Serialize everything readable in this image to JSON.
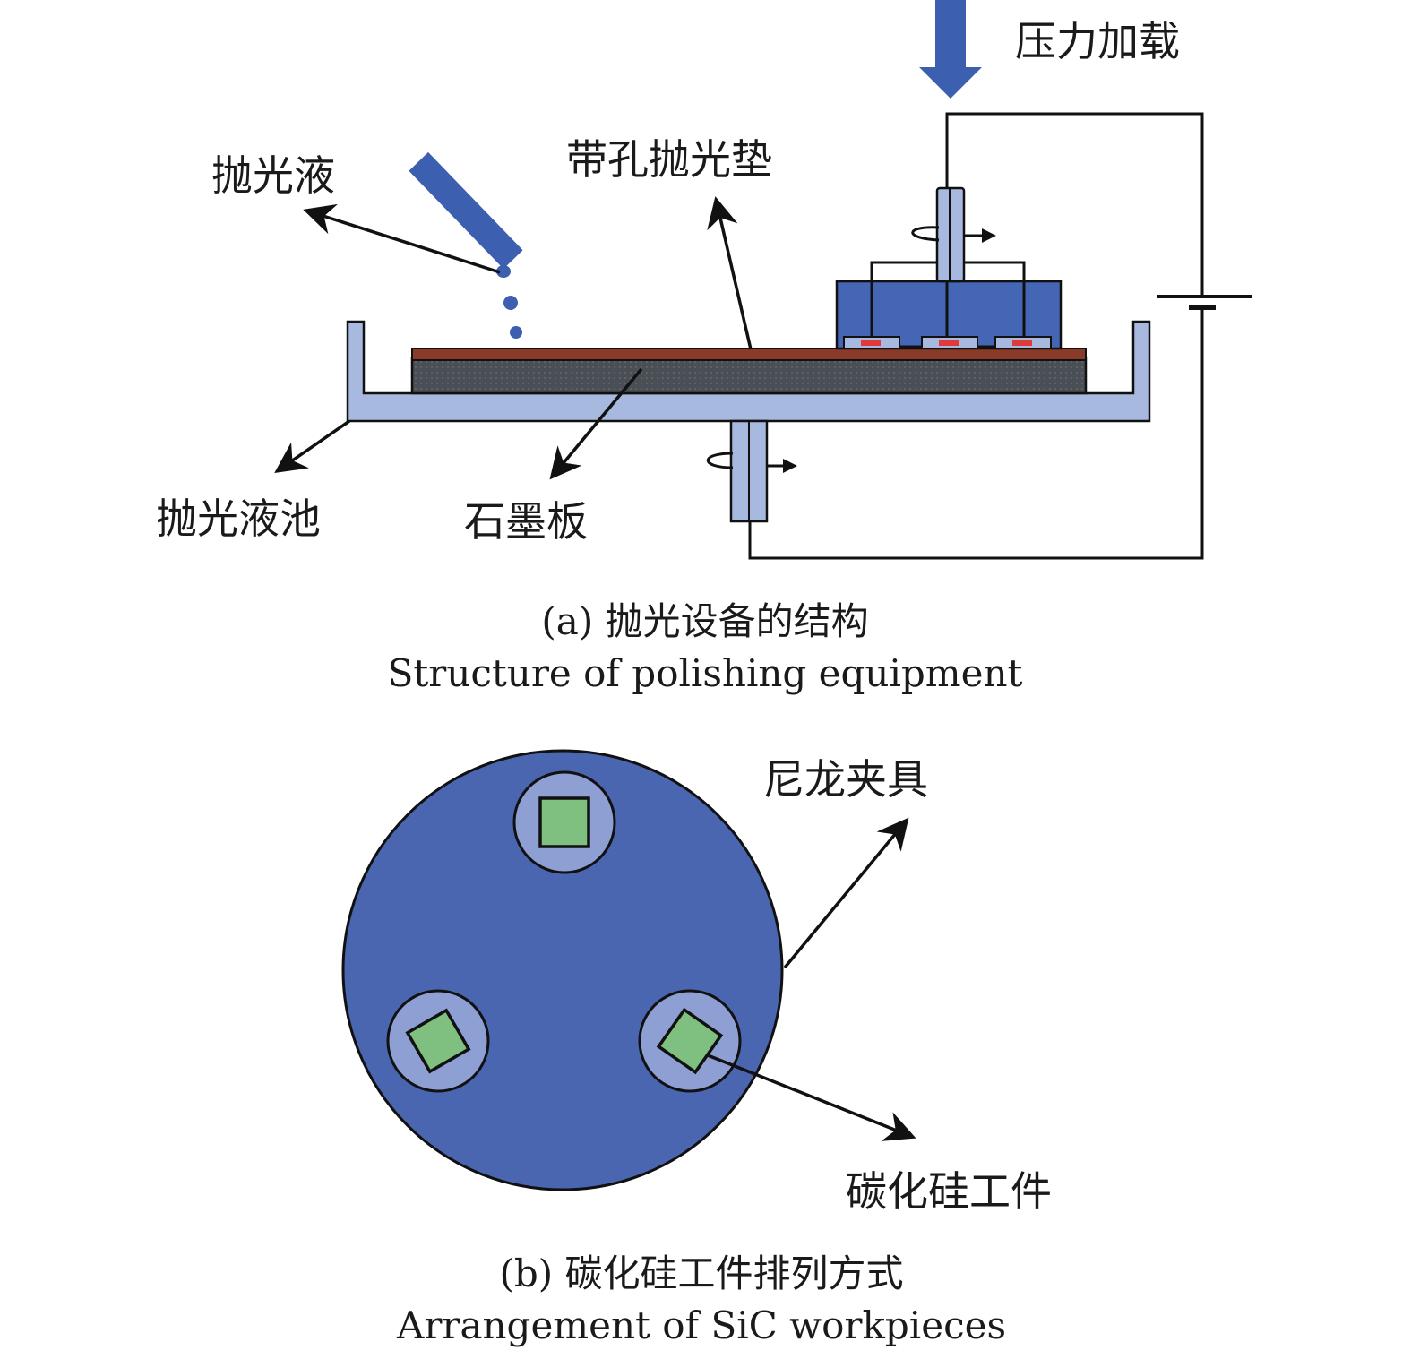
{
  "labels": {
    "pressure_loading": "压力加载",
    "polishing_liquid": "抛光液",
    "perforated_pad": "带孔抛光垫",
    "liquid_pool": "抛光液池",
    "graphite_plate": "石墨板",
    "nylon_fixture": "尼龙夹具",
    "sic_workpiece": "碳化硅工件"
  },
  "captions": {
    "a_zh": "(a) 抛光设备的结构",
    "a_en": "Structure of polishing equipment",
    "b_zh": "(b) 碳化硅工件排列方式",
    "b_en": "Arrangement of SiC workpieces"
  },
  "colors": {
    "pool": "#a8b9df",
    "head": "#4466b5",
    "pad": "#8b3a28",
    "graphite": "#4a4e55",
    "workpiece_mark": "#e03a3a",
    "fixture_disc": "#4a66b0",
    "holder_ring": "#8e9fd3",
    "sic_square": "#7fbf7f",
    "arrow_blue": "#3d5fb0"
  }
}
